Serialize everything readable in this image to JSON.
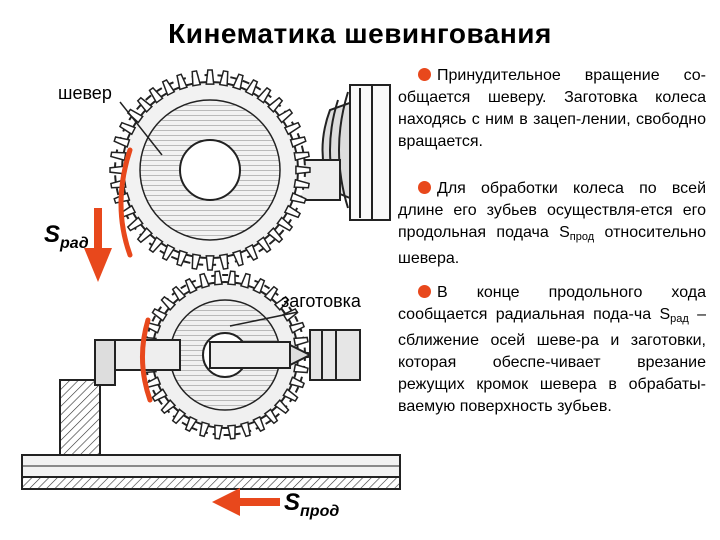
{
  "title": "Кинематика шевингования",
  "labels": {
    "shaver": "шевер",
    "workpiece": "заготовка",
    "s_rad_main": "S",
    "s_rad_sub": "рад",
    "s_prod_main": "S",
    "s_prod_sub": "прод"
  },
  "paragraphs": {
    "p1": "Принудительное вращение со-общается шеверу. Заготовка колеса находясь с ним в зацеп-лении, свободно вращается.",
    "p2_main": "Для обработки колеса по всей длине его зубьев осуществля-ется его продольная подача S",
    "p2_sub": "прод",
    "p2_tail": " относительно шевера.",
    "p3_main": "В конце продольного хода сообщается радиальная пода-ча S",
    "p3_sub": "рад",
    "p3_tail": " – сближение осей шеве-ра и заготовки, которая обеспе-чивает врезание режущих кромок шевера в обрабаты-ваемую поверхность зубьев."
  },
  "colors": {
    "accent": "#e8481c",
    "drawing": "#222222"
  }
}
